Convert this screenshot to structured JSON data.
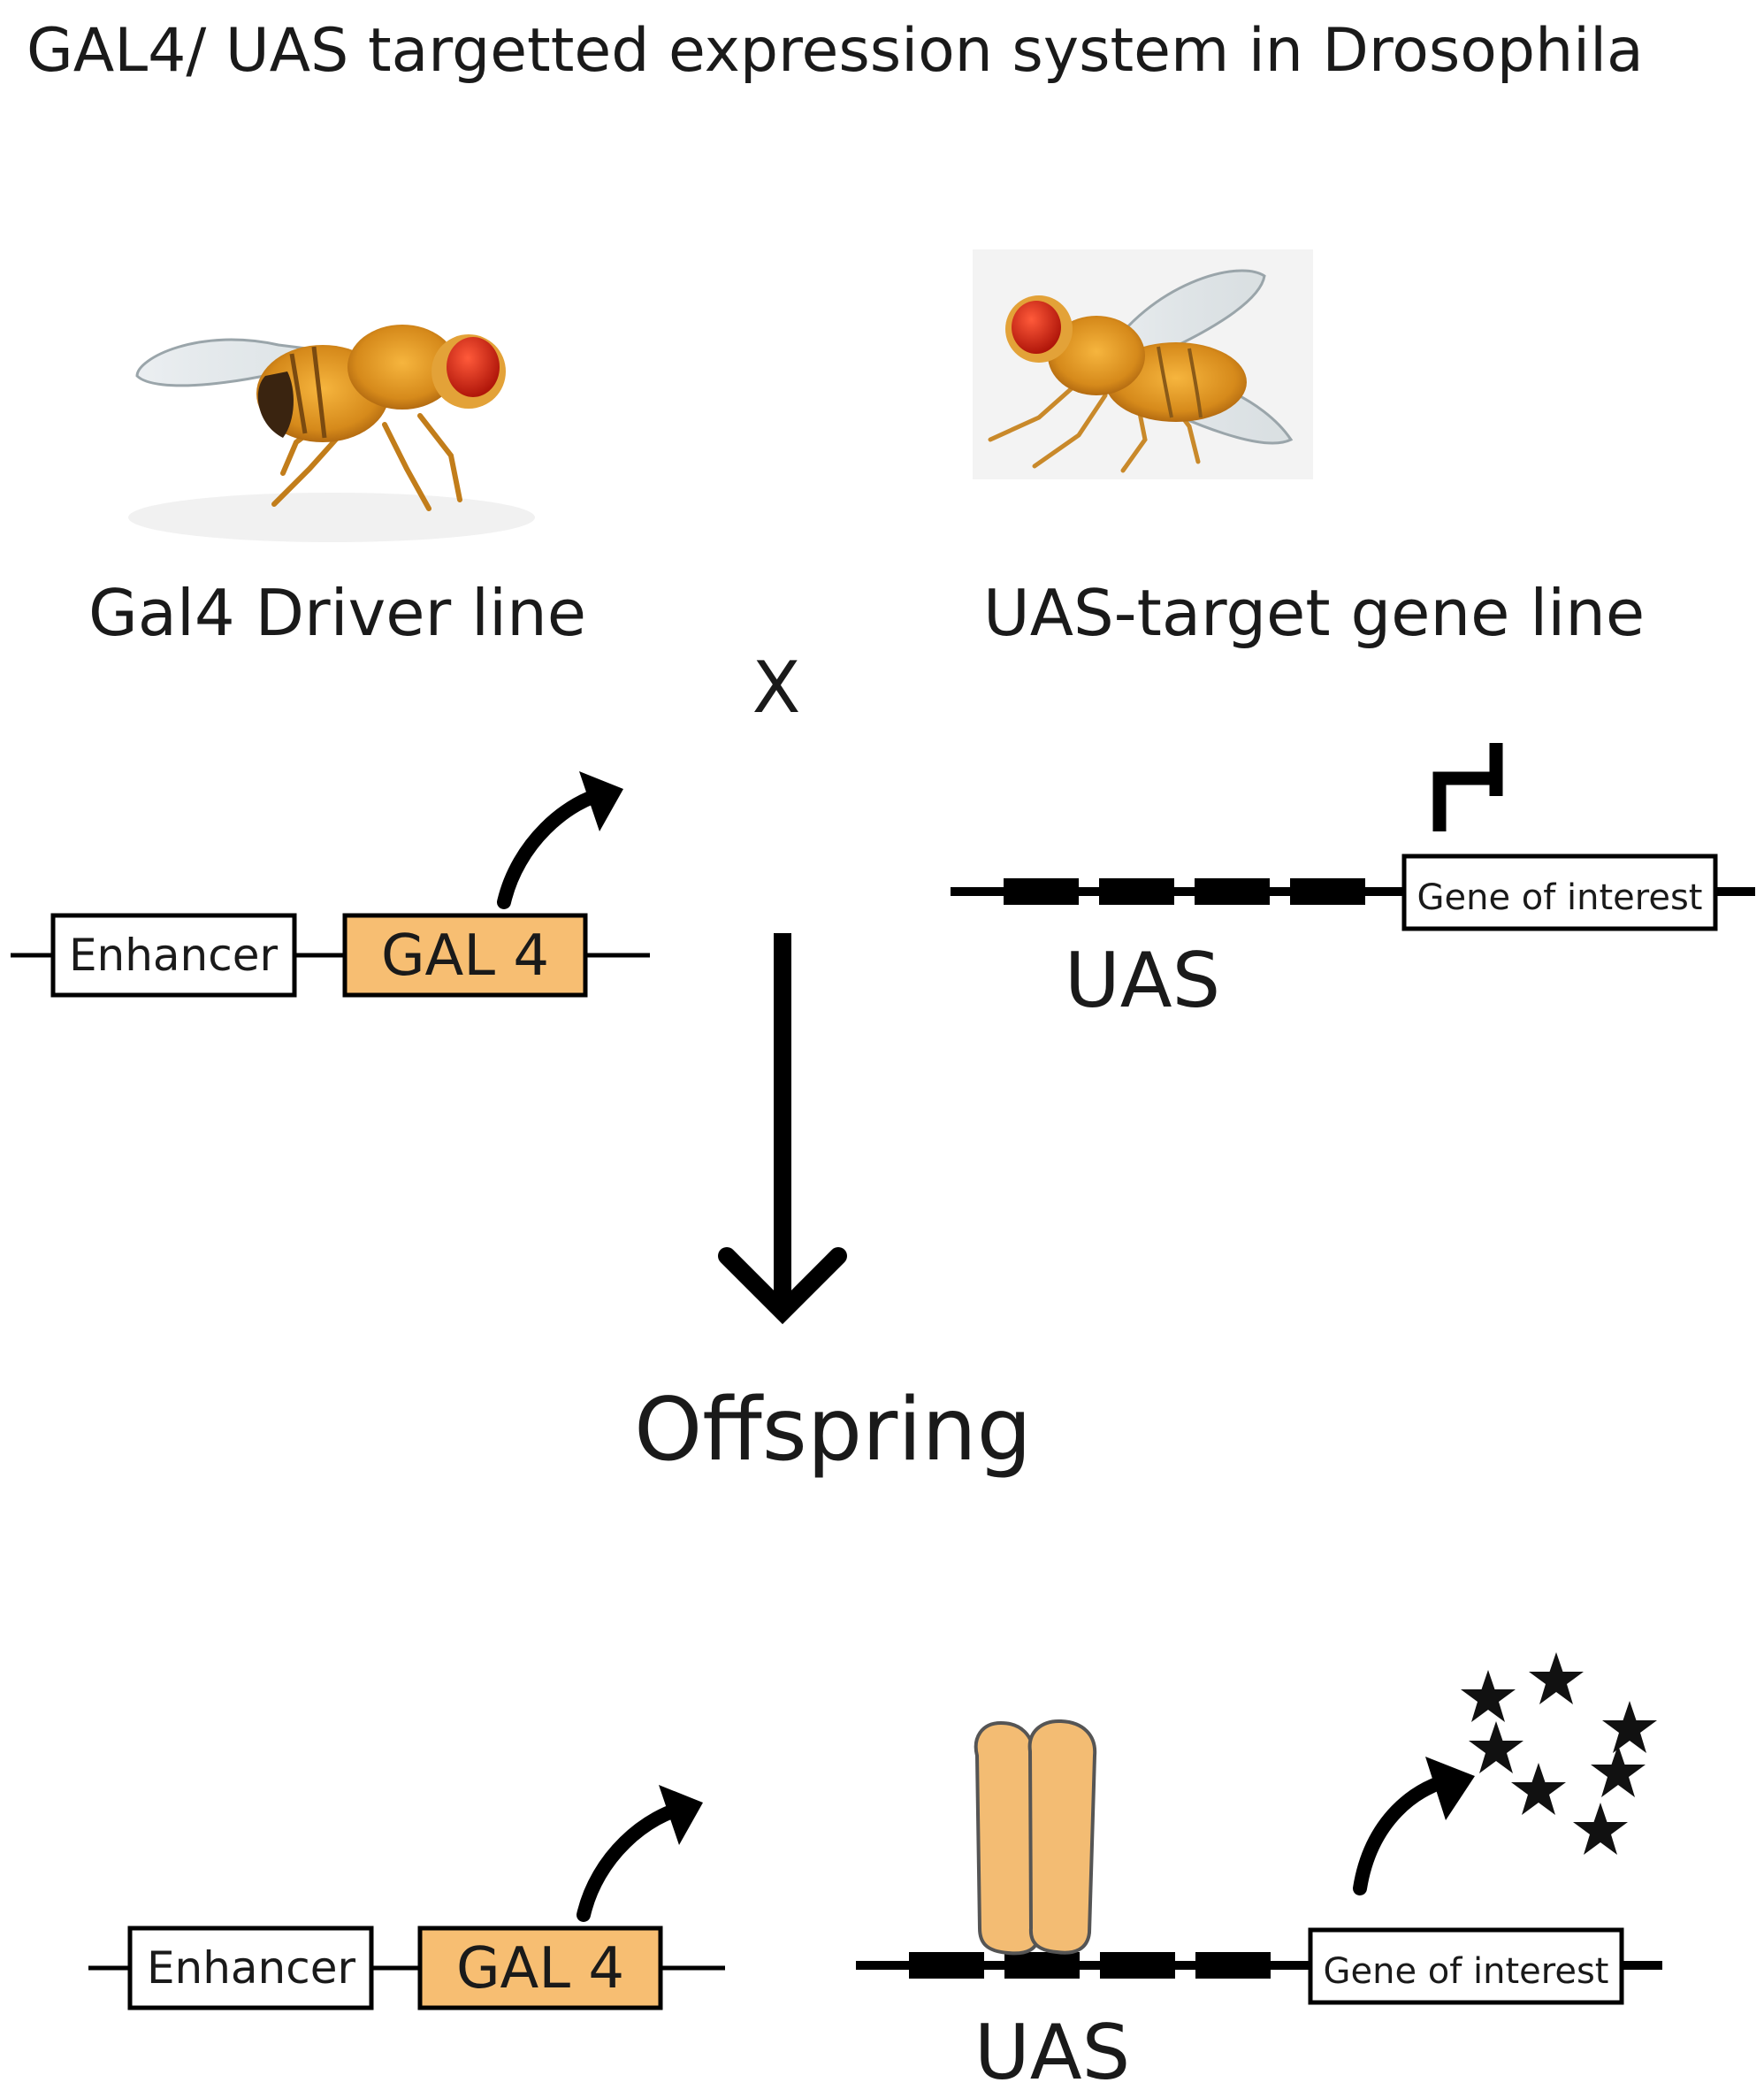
{
  "title": "GAL4/ UAS targetted expression system in Drosophila",
  "parents": {
    "driver_label": "Gal4 Driver line",
    "target_label": "UAS-target gene line",
    "cross_symbol": "X"
  },
  "offspring_label": "Offspring",
  "constructs": {
    "enhancer": "Enhancer",
    "gal4": "GAL 4",
    "uas": "UAS",
    "gene": "Gene of interest"
  },
  "colors": {
    "gal4_fill": "#f7be72",
    "protein_fill": "#f3bc73",
    "ink": "#000000"
  },
  "icons": {
    "driver_fly": "fruit-fly-photo",
    "target_fly": "fruit-fly-photo",
    "expression_product": "star-icon"
  },
  "expressed_product_count": 7
}
